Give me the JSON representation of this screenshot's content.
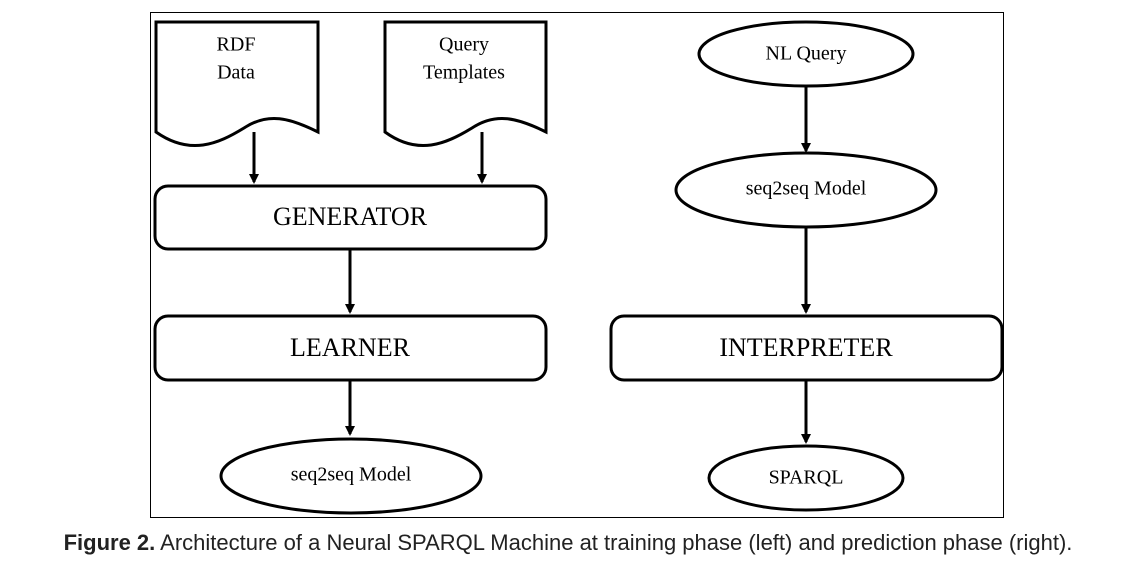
{
  "diagram": {
    "left_phase": {
      "rdf_data": [
        "RDF",
        "Data"
      ],
      "query_templates": [
        "Query",
        "Templates"
      ],
      "generator": "GENERATOR",
      "learner": "LEARNER",
      "model": "seq2seq Model"
    },
    "right_phase": {
      "nl_query": "NL Query",
      "model": "seq2seq Model",
      "interpreter": "INTERPRETER",
      "sparql": "SPARQL"
    }
  },
  "caption": {
    "label": "Figure 2.",
    "text": " Architecture of a Neural SPARQL Machine at training phase (left) and prediction phase (right)."
  }
}
